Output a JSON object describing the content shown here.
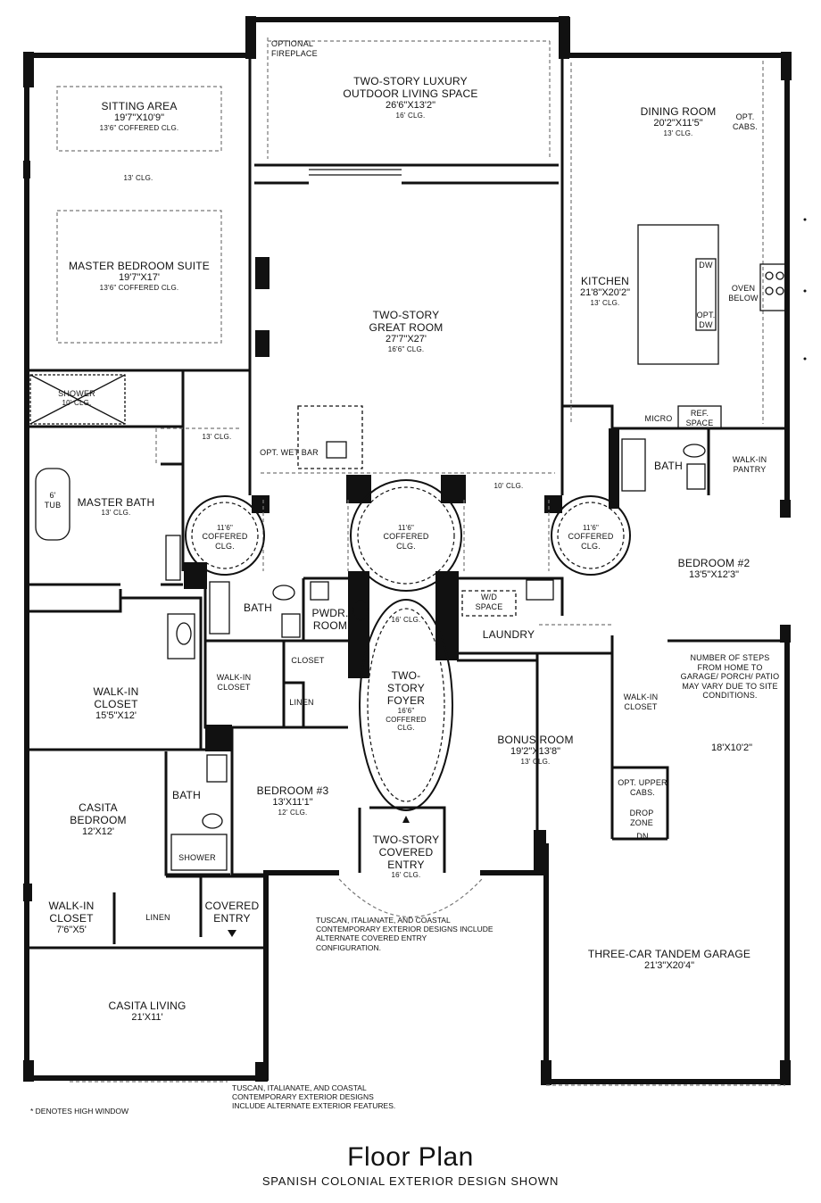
{
  "rooms": {
    "optional_fireplace": {
      "name": "OPTIONAL\nFIREPLACE"
    },
    "outdoor_living": {
      "name": "TWO-STORY LUXURY\nOUTDOOR LIVING SPACE",
      "dims": "26'6\"X13'2\"",
      "ceiling": "16' CLG."
    },
    "sitting_area": {
      "name": "SITTING AREA",
      "dims": "19'7\"X10'9\"",
      "ceiling": "13'6\" COFFERED CLG."
    },
    "master_clg": {
      "ceiling": "13' CLG."
    },
    "master_bedroom": {
      "name": "MASTER BEDROOM SUITE",
      "dims": "19'7\"X17'",
      "ceiling": "13'6\" COFFERED CLG."
    },
    "dining_room": {
      "name": "DINING ROOM",
      "dims": "20'2\"X11'5\"",
      "ceiling": "13' CLG."
    },
    "opt_cabs": {
      "name": "OPT.\nCABS."
    },
    "great_room": {
      "name": "TWO-STORY\nGREAT ROOM",
      "dims": "27'7\"X27'",
      "ceiling": "16'6\" CLG."
    },
    "kitchen": {
      "name": "KITCHEN",
      "dims": "21'8\"X20'2\"",
      "ceiling": "13' CLG."
    },
    "dw": {
      "name": "DW"
    },
    "opt_dw": {
      "name": "OPT.\nDW"
    },
    "oven_below": {
      "name": "OVEN\nBELOW"
    },
    "shower": {
      "name": "SHOWER",
      "ceiling": "10' CLG."
    },
    "hall_clg": {
      "ceiling": "13' CLG."
    },
    "opt_wet_bar": {
      "name": "OPT. WET BAR"
    },
    "micro": {
      "name": "MICRO"
    },
    "ref_space": {
      "name": "REF.\nSPACE"
    },
    "bath_top": {
      "name": "BATH"
    },
    "walkin_pantry": {
      "name": "WALK-IN\nPANTRY"
    },
    "tub": {
      "name": "6'\nTUB"
    },
    "master_bath": {
      "name": "MASTER BATH",
      "ceiling": "13' CLG."
    },
    "clg_10": {
      "ceiling": "10' CLG."
    },
    "coffered_left": {
      "dims": "11'6\"",
      "name": "COFFERED\nCLG."
    },
    "coffered_center": {
      "dims": "11'6\"",
      "name": "COFFERED\nCLG."
    },
    "coffered_right": {
      "dims": "11'6\"",
      "name": "COFFERED\nCLG."
    },
    "bedroom2": {
      "name": "BEDROOM #2",
      "dims": "13'5\"X12'3\""
    },
    "bath_mid": {
      "name": "BATH"
    },
    "pwdr_room": {
      "name": "PWDR.\nROOM"
    },
    "wd_space": {
      "name": "W/D\nSPACE"
    },
    "foyer_clg": {
      "ceiling": "16' CLG."
    },
    "laundry": {
      "name": "LAUNDRY"
    },
    "walkin_closet_master": {
      "name": "WALK-IN\nCLOSET",
      "dims": "15'5\"X12'"
    },
    "walkin_closet_small": {
      "name": "WALK-IN\nCLOSET"
    },
    "closet": {
      "name": "CLOSET"
    },
    "linen": {
      "name": "LINEN"
    },
    "foyer": {
      "name": "TWO-\nSTORY\nFOYER",
      "ceiling": "16'6\"\nCOFFERED\nCLG."
    },
    "bonus_room": {
      "name": "BONUS ROOM",
      "dims": "19'2\"X13'8\"",
      "ceiling": "13' CLG."
    },
    "walkin_closet_right": {
      "name": "WALK-IN\nCLOSET"
    },
    "garage_dim": {
      "dims": "18'X10'2\""
    },
    "steps_note": {
      "text": "NUMBER OF STEPS\nFROM HOME TO\nGARAGE/ PORCH/ PATIO\nMAY VARY DUE TO SITE\nCONDITIONS."
    },
    "opt_upper_cabs": {
      "name": "OPT. UPPER\nCABS."
    },
    "drop_zone": {
      "name": "DROP\nZONE"
    },
    "dn": {
      "name": "DN"
    },
    "casita_bedroom": {
      "name": "CASITA\nBEDROOM",
      "dims": "12'X12'"
    },
    "bath_casita": {
      "name": "BATH"
    },
    "shower_casita": {
      "name": "SHOWER"
    },
    "bedroom3": {
      "name": "BEDROOM #3",
      "dims": "13'X11'1\"",
      "ceiling": "12' CLG."
    },
    "covered_entry_main": {
      "name": "TWO-STORY\nCOVERED\nENTRY",
      "ceiling": "16' CLG."
    },
    "walkin_closet_casita": {
      "name": "WALK-IN\nCLOSET",
      "dims": "7'6\"X5'"
    },
    "linen_casita": {
      "name": "LINEN"
    },
    "covered_entry_casita": {
      "name": "COVERED\nENTRY"
    },
    "tuscan_note_1": {
      "text": "TUSCAN, ITALIANATE, AND COASTAL\nCONTEMPORARY EXTERIOR DESIGNS INCLUDE\nALTERNATE COVERED ENTRY\nCONFIGURATION."
    },
    "garage": {
      "name": "THREE-CAR TANDEM GARAGE",
      "dims": "21'3\"X20'4\""
    },
    "casita_living": {
      "name": "CASITA LIVING",
      "dims": "21'X11'"
    },
    "tuscan_note_2": {
      "text": "TUSCAN, ITALIANATE, AND COASTAL\nCONTEMPORARY EXTERIOR DESIGNS\nINCLUDE ALTERNATE EXTERIOR FEATURES."
    },
    "high_window_note": {
      "text": "* DENOTES HIGH WINDOW"
    }
  },
  "footer": {
    "title": "Floor Plan",
    "subtitle": "SPANISH COLONIAL EXTERIOR DESIGN SHOWN"
  }
}
